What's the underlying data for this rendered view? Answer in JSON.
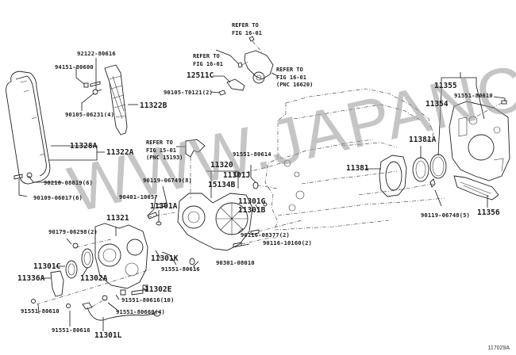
{
  "diagram": {
    "type": "exploded parts diagram",
    "subject": "Engine timing gear cover & rear end plate",
    "figure_id": "117029A",
    "watermark": "WWW.JAPANCATS.RU"
  },
  "refs": {
    "fig16_top": "REFER TO\nFIG 16-01",
    "fig16_left": "REFER TO\nFIG 16-01",
    "fig16_right": "REFER TO\nFIG 16-01\n(PNC 16620)",
    "fig15": "REFER TO\nFIG 15-01\n(PNC 15193)"
  },
  "parts": {
    "p92122": "92122-80616",
    "p94151": "94151-80600",
    "p90105a": "90105-06231(4)",
    "p11322B": "11322B",
    "p12511C": "12511C",
    "p90105b": "90105-T0121(2)",
    "p11328A": "11328A",
    "p11322A": "11322A",
    "p90210": "90210-08019(6)",
    "p90109": "90109-06017(6)",
    "p90119a": "90119-06749(8)",
    "p90401": "90401-10057",
    "p11301A": "11301A",
    "p11320": "11320",
    "p11301J": "11301J",
    "p15134B": "15134B",
    "p91551_614": "91551-80614",
    "p11301G": "11301G",
    "p11301B": "11301B",
    "p11321": "11321",
    "p90179": "90179-06298(2)",
    "p11301C": "11301C",
    "p11336A": "11336A",
    "p11302A": "11302A",
    "p11301K": "11301K",
    "p91551_616a": "91551-80616",
    "p90116a": "90116-08377(2)",
    "p90116b": "90116-10160(2)",
    "p90301": "90301-08010",
    "p11302E": "11302E",
    "p91551_616b": "91551-80616(10)",
    "p91551_660": "91551-80660(4)",
    "p91551_610a": "91551-80610",
    "p91551_616c": "91551-80616",
    "p11301L": "11301L",
    "p11355": "11355",
    "p11354": "11354",
    "p91551_610b": "91551-80610",
    "p11381A": "11381A",
    "p11381": "11381",
    "p90119b": "90119-06748(5)",
    "p11356": "11356"
  }
}
